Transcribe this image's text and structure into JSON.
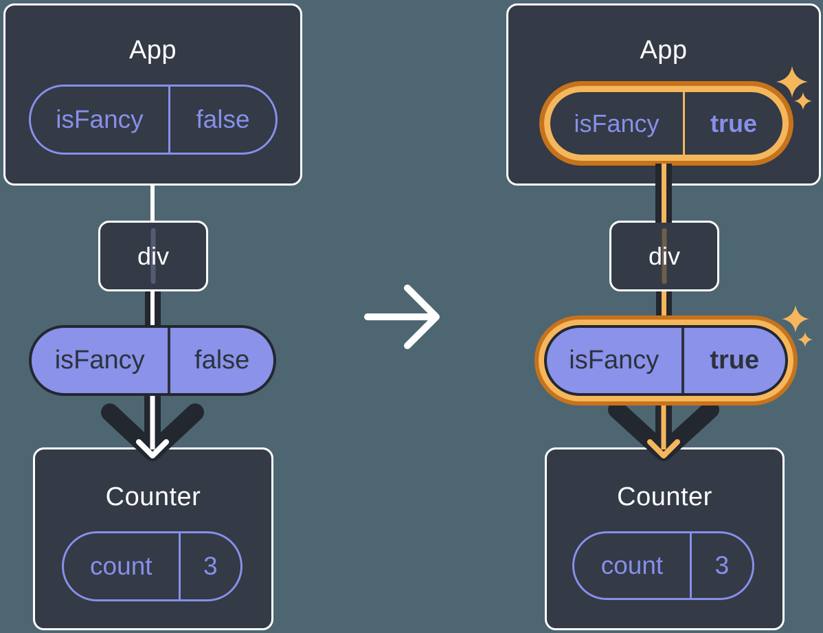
{
  "background": "#4D6672",
  "colors": {
    "card": "#343A46",
    "card_border": "#FFFFFF",
    "purple_stroke": "#8690EA",
    "purple_fill": "#8A92EA",
    "dark_line": "#23272F",
    "dark_text": "#2D323C",
    "orange_light": "#F6B75C",
    "orange_dark": "#C7731C",
    "white": "#FFFFFF"
  },
  "before": {
    "app": {
      "title": "App",
      "state": {
        "key": "isFancy",
        "value": "false"
      }
    },
    "div": {
      "label": "div"
    },
    "prop": {
      "key": "isFancy",
      "value": "false"
    },
    "counter": {
      "title": "Counter",
      "state": {
        "key": "count",
        "value": "3"
      }
    }
  },
  "after": {
    "app": {
      "title": "App",
      "state": {
        "key": "isFancy",
        "value": "true"
      }
    },
    "div": {
      "label": "div"
    },
    "prop": {
      "key": "isFancy",
      "value": "true"
    },
    "counter": {
      "title": "Counter",
      "state": {
        "key": "count",
        "value": "3"
      }
    }
  },
  "icons": {
    "transition": "arrow-right-icon",
    "highlight": "sparkle-icon",
    "flow": "arrow-down-icon"
  }
}
